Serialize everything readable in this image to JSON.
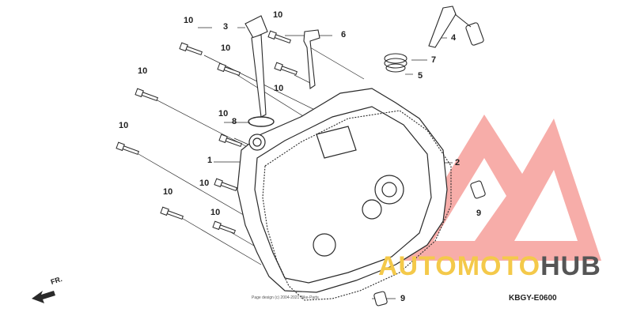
{
  "diagram": {
    "part_code": "KBGY-E0600",
    "direction_label": "FR.",
    "copyright_text": "Page design (c) 2004-2021 Bike-Parts",
    "watermark": {
      "auto": "AUTO",
      "moto": "MOTO",
      "hub": "HUB"
    },
    "callouts": {
      "c1": "1",
      "c2": "2",
      "c3": "3",
      "c4": "4",
      "c5": "5",
      "c6": "6",
      "c7": "7",
      "c8": "8",
      "c9a": "9",
      "c9b": "9",
      "c10a": "10",
      "c10b": "10",
      "c10c": "10",
      "c10d": "10",
      "c10e": "10",
      "c10f": "10",
      "c10g": "10",
      "c10h": "10",
      "c10i": "10",
      "c10j": "10"
    },
    "colors": {
      "line": "#2a2a2a",
      "watermark_red": "#ee4b4b",
      "watermark_yellow": "#f4c94a"
    }
  }
}
